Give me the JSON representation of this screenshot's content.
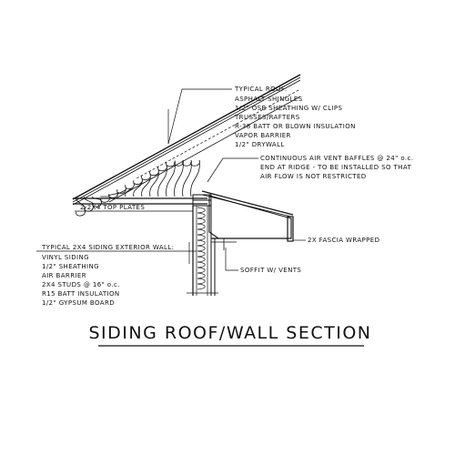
{
  "title": "SIDING ROOF/WALL SECTION",
  "roof_note": {
    "heading": "TYPICAL ROOF:",
    "lines": [
      "ASPHALT SHINGLES",
      "1/2\" OSB SHEATHING W/ CLIPS",
      "TRUSSES/RAFTERS",
      "R-38 BATT OR BLOWN INSULATION",
      "VAPOR BARRIER",
      "1/2\" DRYWALL"
    ]
  },
  "vent_note": {
    "lines": [
      "CONTINUOUS AIR VENT BAFFLES @ 24\" o.c.",
      "END AT RIDGE - TO BE INSTALLED SO THAT",
      "AIR FLOW IS NOT RESTRICTED"
    ]
  },
  "top_plates_label": "2-2X4 TOP PLATES",
  "fascia_label": "2X FASCIA WRAPPED",
  "soffit_label": "SOFFIT W/ VENTS",
  "wall_note": {
    "heading": "TYPICAL 2X4 SIDING EXTERIOR WALL:",
    "lines": [
      "VINYL SIDING",
      "1/2\" SHEATHING",
      "AIR BARRIER",
      "2X4 STUDS @ 16\" o.c.",
      "R15 BATT INSULATION",
      "1/2\" GYPSUM BOARD"
    ]
  },
  "colors": {
    "ink": "#111111",
    "background": "#ffffff"
  }
}
